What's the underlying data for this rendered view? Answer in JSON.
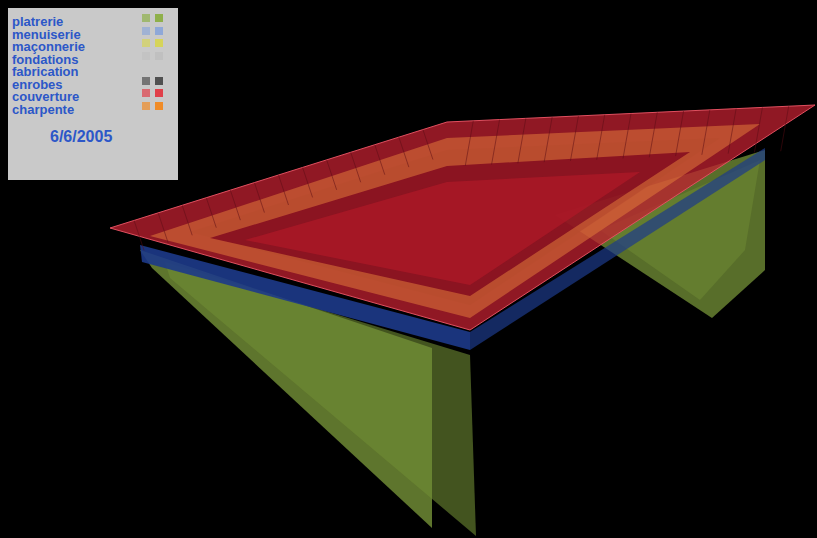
{
  "diagram": {
    "labels": [
      "6/6/2005"
    ],
    "legend": [
      {
        "text": "platrerie",
        "color": "#8fb04a"
      },
      {
        "text": "menuiserie",
        "color": "#8fa8d8"
      },
      {
        "text": "maçonnerie",
        "color": "#d6d45a"
      },
      {
        "text": "fondations",
        "color": "#c0c0c0"
      },
      {
        "text": "fabrication"
      },
      {
        "text": "enrobes",
        "color": "#505050"
      },
      {
        "text": "couverture",
        "color": "#e0404a"
      },
      {
        "text": "charpente",
        "color": "#f08c28"
      }
    ]
  }
}
